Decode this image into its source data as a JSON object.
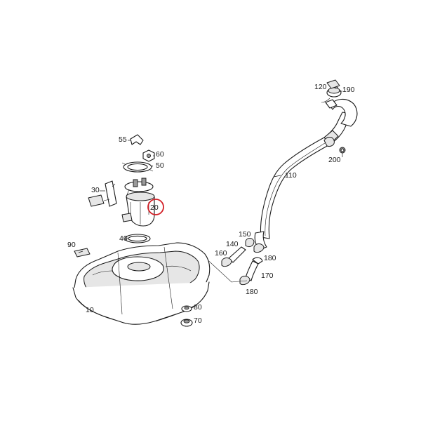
{
  "diagram": {
    "highlight_color": "#d21f26",
    "highlighted_part": "20",
    "labels": {
      "p10": "10",
      "p20": "20",
      "p30": "30",
      "p40": "40",
      "p50": "50",
      "p55": "55",
      "p60": "60",
      "p70": "70",
      "p80": "80",
      "p90": "90",
      "p110": "110",
      "p120": "120",
      "p140": "140",
      "p150": "150",
      "p160": "160",
      "p170": "170",
      "p180a": "180",
      "p180b": "180",
      "p190": "190",
      "p200": "200"
    }
  }
}
